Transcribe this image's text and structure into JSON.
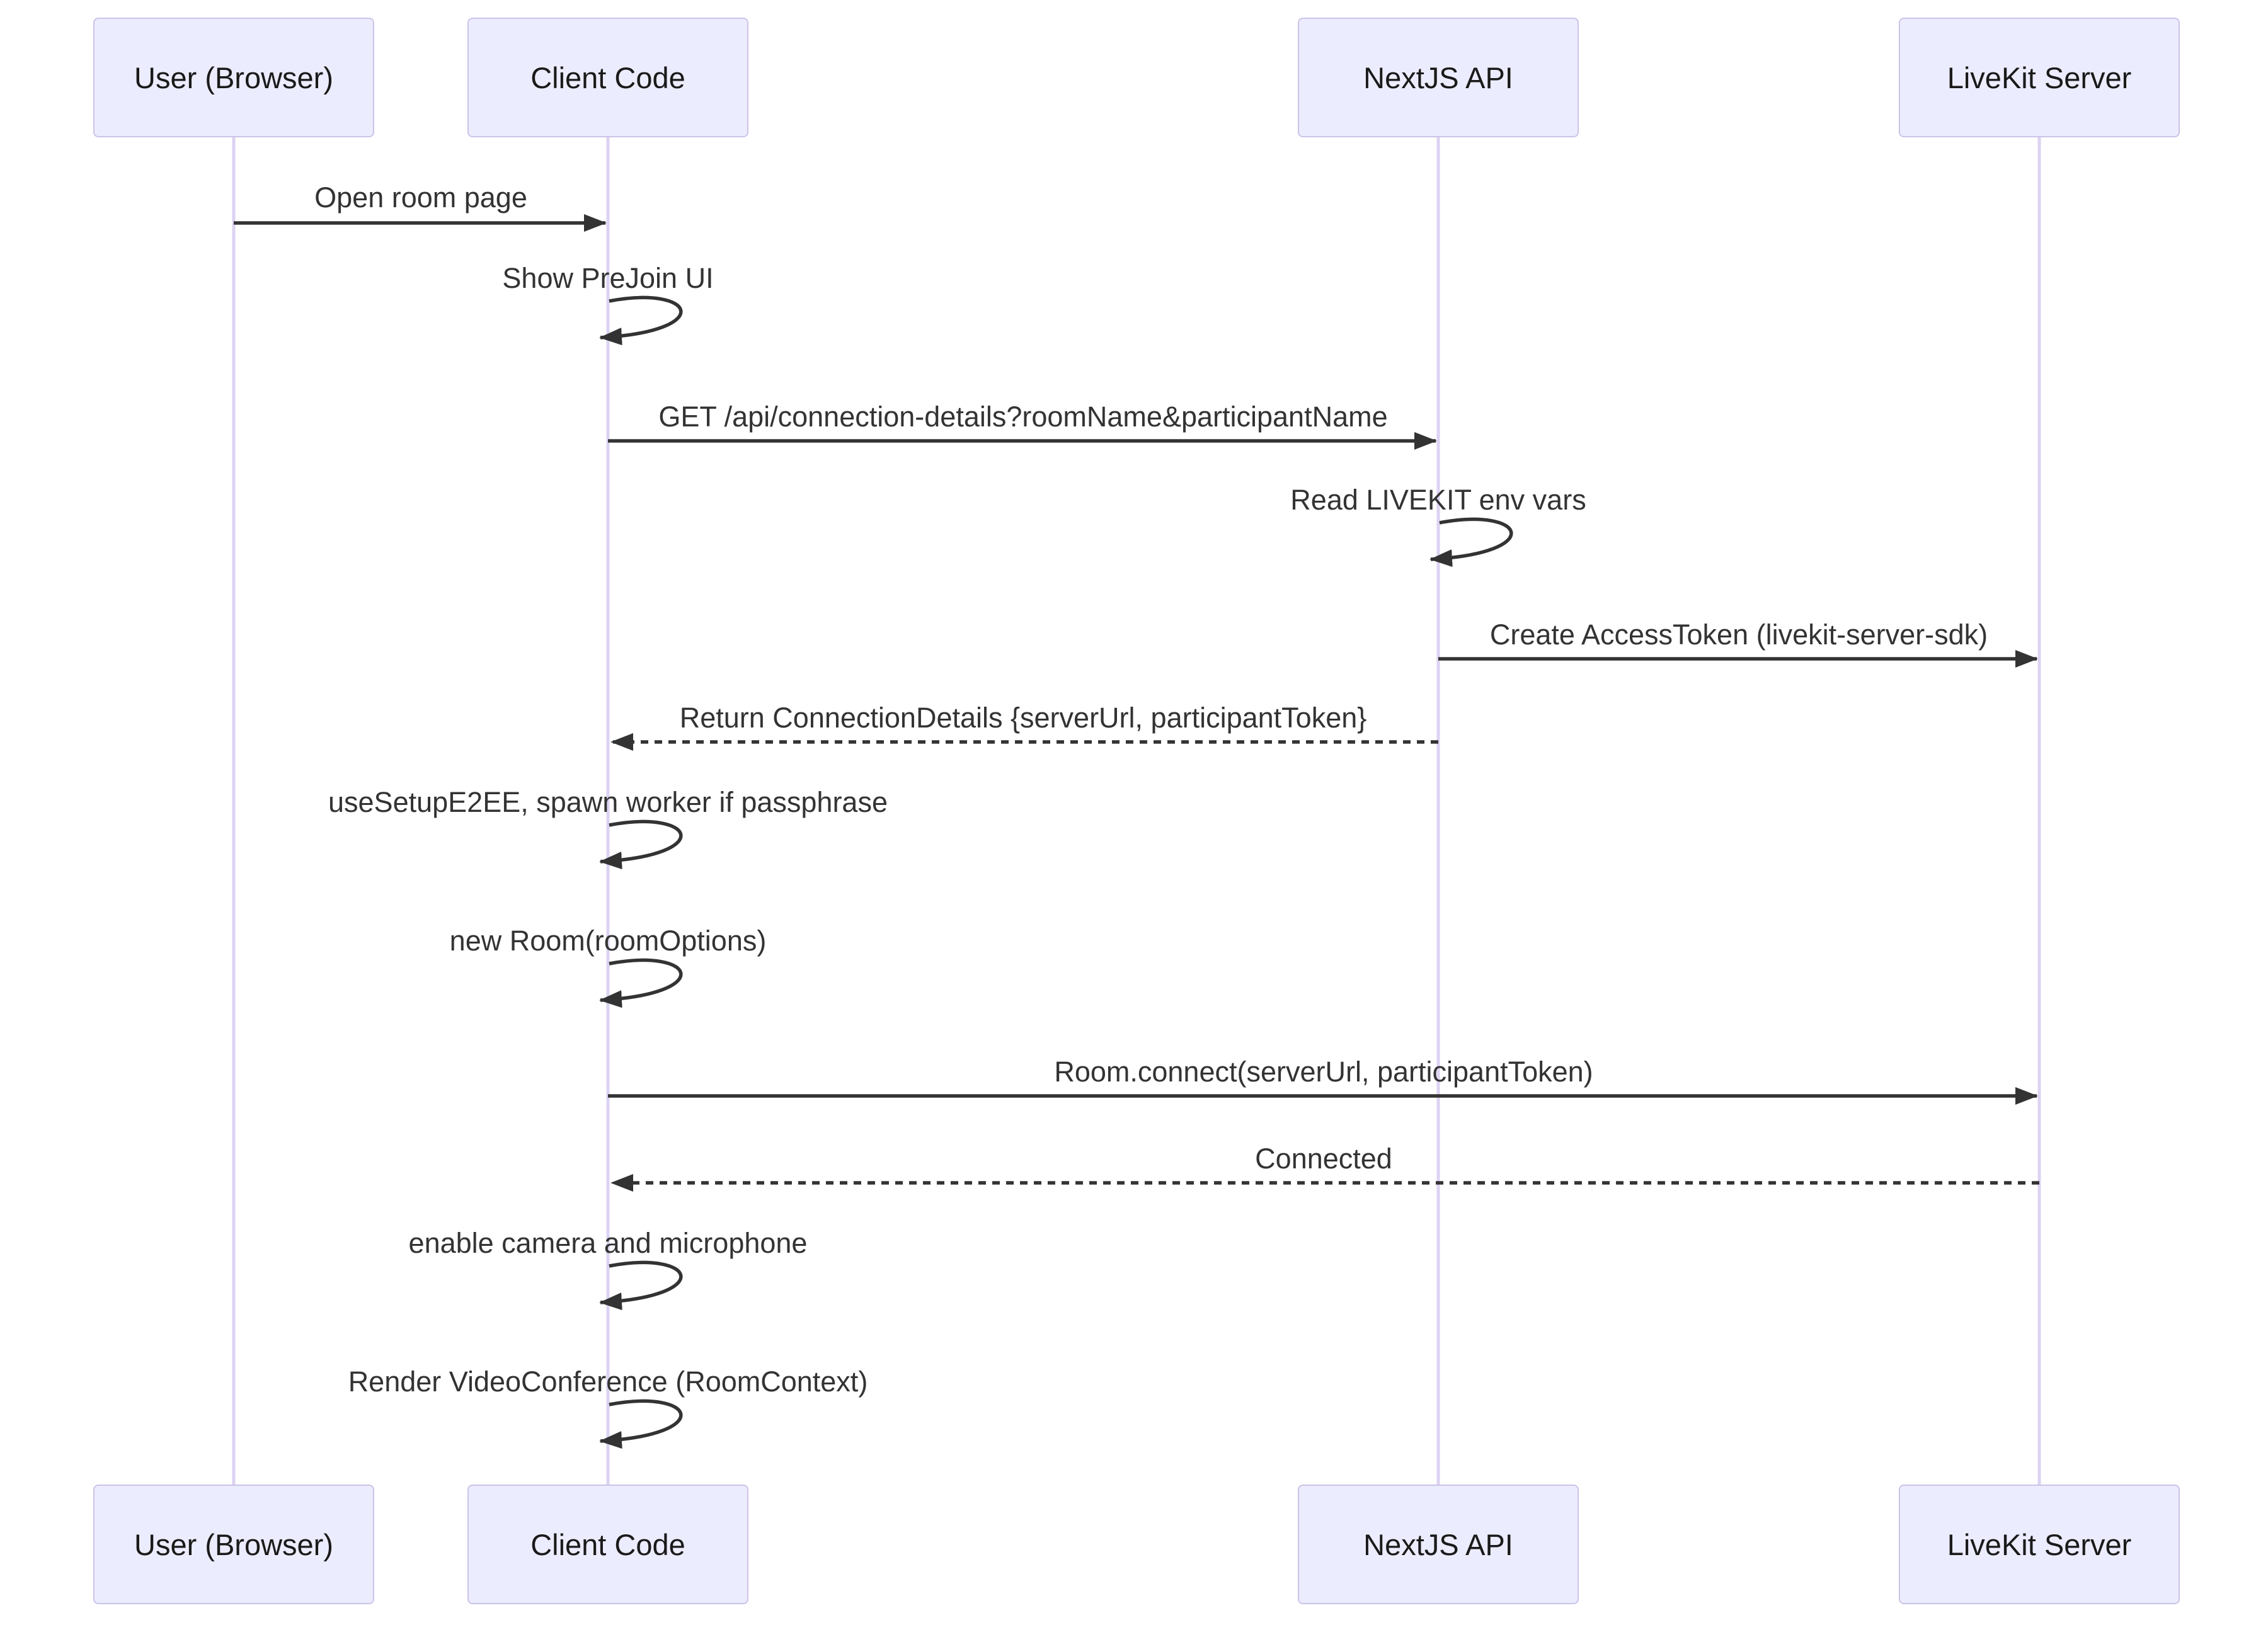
{
  "diagram": {
    "kind": "sequence-diagram",
    "participants": [
      {
        "id": "user",
        "name": "User (Browser)"
      },
      {
        "id": "client",
        "name": "Client Code"
      },
      {
        "id": "nextjs",
        "name": "NextJS API"
      },
      {
        "id": "livekit",
        "name": "LiveKit Server"
      }
    ],
    "messages": [
      {
        "from": "user",
        "to": "client",
        "style": "solid",
        "text": "Open room page"
      },
      {
        "from": "client",
        "to": "client",
        "style": "self",
        "text": "Show PreJoin UI"
      },
      {
        "from": "client",
        "to": "nextjs",
        "style": "solid",
        "text": "GET /api/connection-details?roomName&participantName"
      },
      {
        "from": "nextjs",
        "to": "nextjs",
        "style": "self",
        "text": "Read LIVEKIT env vars"
      },
      {
        "from": "nextjs",
        "to": "livekit",
        "style": "solid",
        "text": "Create AccessToken (livekit-server-sdk)"
      },
      {
        "from": "nextjs",
        "to": "client",
        "style": "dashed",
        "text": "Return ConnectionDetails {serverUrl, participantToken}"
      },
      {
        "from": "client",
        "to": "client",
        "style": "self",
        "text": "useSetupE2EE, spawn worker if passphrase"
      },
      {
        "from": "client",
        "to": "client",
        "style": "self",
        "text": "new Room(roomOptions)"
      },
      {
        "from": "client",
        "to": "livekit",
        "style": "solid",
        "text": "Room.connect(serverUrl, participantToken)"
      },
      {
        "from": "livekit",
        "to": "client",
        "style": "dashed",
        "text": "Connected"
      },
      {
        "from": "client",
        "to": "client",
        "style": "self",
        "text": "enable camera and microphone"
      },
      {
        "from": "client",
        "to": "client",
        "style": "self",
        "text": "Render VideoConference (RoomContext)"
      }
    ],
    "colors": {
      "background": "#ffffff",
      "actor_fill": "#ececff",
      "actor_border": "#ccc3e8",
      "lifeline": "#dcd2f2",
      "arrow": "#333333",
      "text": "#333333"
    }
  }
}
